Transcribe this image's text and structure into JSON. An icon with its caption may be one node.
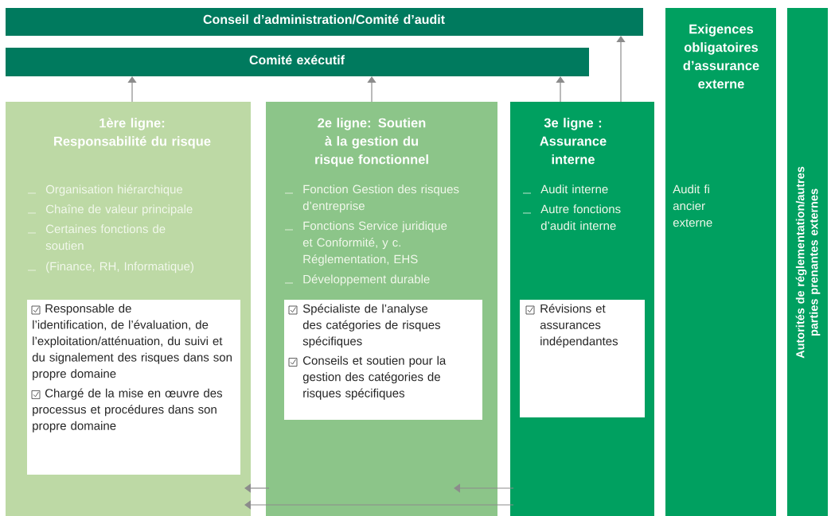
{
  "diagram": {
    "nodes": [
      {
        "text": [
          "Conseil d’administration/Comité d’audit"
        ]
      },
      {
        "text": [
          "Comité exécutif"
        ]
      },
      {
        "text": [
          "1ère ligne: Responsabilité du risque",
          "Organisation hiérarchique",
          "Chaîne de valeur principale",
          "Certaines fonctions de soutien",
          "(Finance, RH, Informatique)"
        ]
      },
      {
        "text": [
          "Responsable de l’identification, de l’évaluation, de l’exploitation/atténuation, du suivi et du signalement des risques dans son propre domaine",
          "Chargé de la mise en œuvre des processus et procédures dans son propre domaine"
        ],
        "in": 2
      },
      {
        "text": [
          "2e ligne: Soutien à la gestion du risque fonctionnel",
          "Fonction Gestion des risques d’entreprise",
          "Fonctions Service juridique et Conformité, y c. Réglementation, EHS",
          "Développement durable"
        ]
      },
      {
        "text": [
          "Spécialiste de l’analyse des catégories de risques spécifiques",
          "Conseils et soutien pour la gestion des catégories de risques spécifiques"
        ],
        "in": 4
      },
      {
        "text": [
          "3e ligne : Assurance interne",
          "Audit interne",
          "Autre fonctions d’audit interne"
        ]
      },
      {
        "text": [
          "Révisions et assurances indépendantes"
        ],
        "in": 6
      },
      {
        "text": [
          "Exigences obligatoires d’assurance externe",
          "Audit fi ancier externe"
        ]
      },
      {
        "text": [
          "Autorités de réglementation/autres parties prenantes externes"
        ]
      }
    ],
    "edges": [
      {
        "from": 2,
        "to": 1,
        "arrow": "to"
      },
      {
        "from": 4,
        "to": 1,
        "arrow": "to"
      },
      {
        "from": 6,
        "to": 1,
        "arrow": "to"
      },
      {
        "from": 6,
        "to": 0,
        "arrow": "to"
      },
      {
        "from": 6,
        "to": 4,
        "arrow": "to"
      },
      {
        "from": 4,
        "to": 2,
        "arrow": "to"
      },
      {
        "from": 6,
        "to": 2,
        "arrow": "to"
      }
    ]
  }
}
